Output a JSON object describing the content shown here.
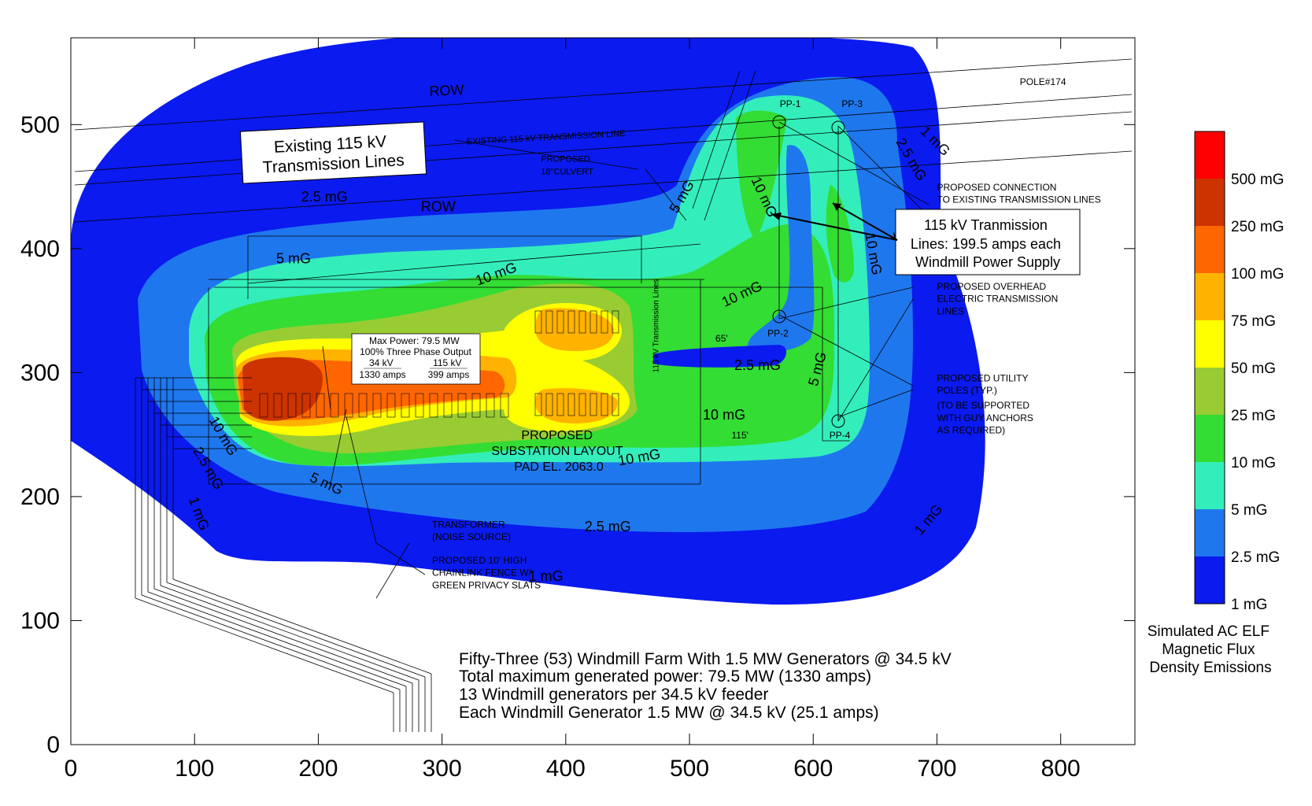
{
  "chart_data": {
    "type": "contour",
    "xlim": [
      0,
      860
    ],
    "ylim": [
      0,
      570
    ],
    "x_ticks": [
      0,
      100,
      200,
      300,
      400,
      500,
      600,
      700,
      800
    ],
    "y_ticks": [
      0,
      100,
      200,
      300,
      400,
      500
    ],
    "x_tick_labels": [
      "0",
      "100",
      "200",
      "300",
      "400",
      "500",
      "600",
      "700",
      "800"
    ],
    "y_tick_labels": [
      "0",
      "100",
      "200",
      "300",
      "400",
      "500"
    ],
    "legend": {
      "title_lines": [
        "Simulated AC ELF",
        "Magnetic Flux",
        "Density Emissions"
      ],
      "levels": [
        {
          "label": "500 mG",
          "color": "#ff0000"
        },
        {
          "label": "250 mG",
          "color": "#cc3300"
        },
        {
          "label": "100 mG",
          "color": "#ff6600"
        },
        {
          "label": "75 mG",
          "color": "#ffb300"
        },
        {
          "label": "50 mG",
          "color": "#ffff00"
        },
        {
          "label": "25 mG",
          "color": "#99cc33"
        },
        {
          "label": "10 mG",
          "color": "#33dd33"
        },
        {
          "label": "5 mG",
          "color": "#33eebb"
        },
        {
          "label": "2.5 mG",
          "color": "#1f77ee"
        },
        {
          "label": "1 mG",
          "color": "#0b1aee"
        }
      ]
    },
    "contour_labels": [
      {
        "text": "2.5 mG",
        "x": 205,
        "y": 438,
        "rot": 0
      },
      {
        "text": "5 mG",
        "x": 180,
        "y": 388,
        "rot": 0
      },
      {
        "text": "10 mG",
        "x": 345,
        "y": 376,
        "rot": -20
      },
      {
        "text": "5 mG",
        "x": 497,
        "y": 440,
        "rot": -60
      },
      {
        "text": "10 mG",
        "x": 557,
        "y": 440,
        "rot": 65
      },
      {
        "text": "10 mG",
        "x": 544,
        "y": 360,
        "rot": -25
      },
      {
        "text": "10 mG",
        "x": 645,
        "y": 395,
        "rot": 80
      },
      {
        "text": "2.5 mG",
        "x": 676,
        "y": 470,
        "rot": 60
      },
      {
        "text": "1 mG",
        "x": 696,
        "y": 484,
        "rot": 45
      },
      {
        "text": "1 mG",
        "x": 667,
        "y": 400,
        "rot": 80
      },
      {
        "text": "2.5 mG",
        "x": 555,
        "y": 302,
        "rot": 0
      },
      {
        "text": "5 mG",
        "x": 607,
        "y": 302,
        "rot": -75
      },
      {
        "text": "10 mG",
        "x": 528,
        "y": 262,
        "rot": 0
      },
      {
        "text": "10 mG",
        "x": 460,
        "y": 228,
        "rot": -10
      },
      {
        "text": "10 mG",
        "x": 120,
        "y": 247,
        "rot": 60
      },
      {
        "text": "2.5 mG",
        "x": 108,
        "y": 221,
        "rot": 60
      },
      {
        "text": "5 mG",
        "x": 205,
        "y": 207,
        "rot": 25
      },
      {
        "text": "1 mG",
        "x": 100,
        "y": 185,
        "rot": 70
      },
      {
        "text": "2.5 mG",
        "x": 434,
        "y": 172,
        "rot": 0
      },
      {
        "text": "1 mG",
        "x": 696,
        "y": 179,
        "rot": -50
      },
      {
        "text": "1 mG",
        "x": 384,
        "y": 132,
        "rot": 0
      }
    ],
    "site_labels": [
      {
        "text": "ROW",
        "x": 290,
        "y": 523,
        "size": 18,
        "rot": -3
      },
      {
        "text": "ROW",
        "x": 283,
        "y": 430,
        "size": 18,
        "rot": 0
      },
      {
        "text": "POLE#174",
        "x": 767,
        "y": 532,
        "size": 12,
        "rot": 0
      },
      {
        "text": "PP-1",
        "x": 573,
        "y": 514,
        "size": 12,
        "rot": 0
      },
      {
        "text": "PP-3",
        "x": 623,
        "y": 514,
        "size": 12,
        "rot": 0
      },
      {
        "text": "PP-2",
        "x": 563,
        "y": 329,
        "size": 12,
        "rot": 0
      },
      {
        "text": "PP-4",
        "x": 613,
        "y": 247,
        "size": 12,
        "rot": 0
      },
      {
        "text": "65'",
        "x": 521,
        "y": 325,
        "size": 12,
        "rot": 0
      },
      {
        "text": "115'",
        "x": 534,
        "y": 247,
        "size": 12,
        "rot": 0
      },
      {
        "text": "EXISTING 115 kV TRANSMISSION LINE",
        "x": 320,
        "y": 484,
        "size": 11,
        "rot": -3
      },
      {
        "text": "PROPOSED",
        "x": 380,
        "y": 470,
        "size": 11,
        "rot": 0
      },
      {
        "text": "18\"CULVERT",
        "x": 380,
        "y": 460,
        "size": 11,
        "rot": 0
      },
      {
        "text": "PROPOSED CONNECTION",
        "x": 700,
        "y": 447,
        "size": 12,
        "rot": 0
      },
      {
        "text": "TO EXISTING TRANSMISSION LINES",
        "x": 700,
        "y": 437,
        "size": 12,
        "rot": 0
      },
      {
        "text": "PROPOSED OVERHEAD",
        "x": 700,
        "y": 367,
        "size": 12,
        "rot": 0
      },
      {
        "text": "ELECTRIC TRANSMISSION",
        "x": 700,
        "y": 357,
        "size": 12,
        "rot": 0
      },
      {
        "text": "LINES",
        "x": 700,
        "y": 347,
        "size": 12,
        "rot": 0
      },
      {
        "text": "PROPOSED UTILITY",
        "x": 700,
        "y": 293,
        "size": 12,
        "rot": 0
      },
      {
        "text": "POLES (TYP.)",
        "x": 700,
        "y": 283,
        "size": 12,
        "rot": 0
      },
      {
        "text": "(TO BE SUPPORTED",
        "x": 700,
        "y": 271,
        "size": 12,
        "rot": 0
      },
      {
        "text": "WITH GUY ANCHORS",
        "x": 700,
        "y": 261,
        "size": 12,
        "rot": 0
      },
      {
        "text": "AS REQUIRED)",
        "x": 700,
        "y": 251,
        "size": 12,
        "rot": 0
      },
      {
        "text": "TRANSFORMER",
        "x": 292,
        "y": 175,
        "size": 12,
        "rot": 0
      },
      {
        "text": "(NOISE SOURCE)",
        "x": 292,
        "y": 165,
        "size": 12,
        "rot": 0
      },
      {
        "text": "PROPOSED 10' HIGH",
        "x": 292,
        "y": 146,
        "size": 12,
        "rot": 0
      },
      {
        "text": "CHAINLINK FENCE W/",
        "x": 292,
        "y": 136,
        "size": 12,
        "rot": 0
      },
      {
        "text": "GREEN PRIVACY SLATS",
        "x": 292,
        "y": 126,
        "size": 12,
        "rot": 0
      },
      {
        "text": "115 kV Transmission Lines",
        "x": 475,
        "y": 300,
        "size": 10,
        "rot": -90
      }
    ],
    "substation_title": [
      "PROPOSED",
      "SUBSTATION LAYOUT",
      "PAD EL. 2063.0"
    ],
    "callouts": {
      "existing_lines": [
        "Existing 115 kV",
        "Transmission Lines"
      ],
      "tx_lines": [
        "115 kV Tranmission",
        "Lines: 199.5 amps each",
        "Windmill Power Supply"
      ],
      "max_power": {
        "title": "Max Power: 79.5 MW",
        "subtitle": "100% Three Phase Output",
        "col1": [
          "34 kV",
          "1330 amps"
        ],
        "col2": [
          "115 kV",
          "399 amps"
        ]
      }
    },
    "notes": [
      "Fifty-Three (53) Windmill Farm With 1.5 MW Generators @ 34.5 kV",
      "Total maximum generated power: 79.5 MW (1330 amps)",
      "13 Windmill generators per 34.5 kV feeder",
      "Each Windmill Generator 1.5 MW @ 34.5 kV (25.1 amps)"
    ]
  }
}
